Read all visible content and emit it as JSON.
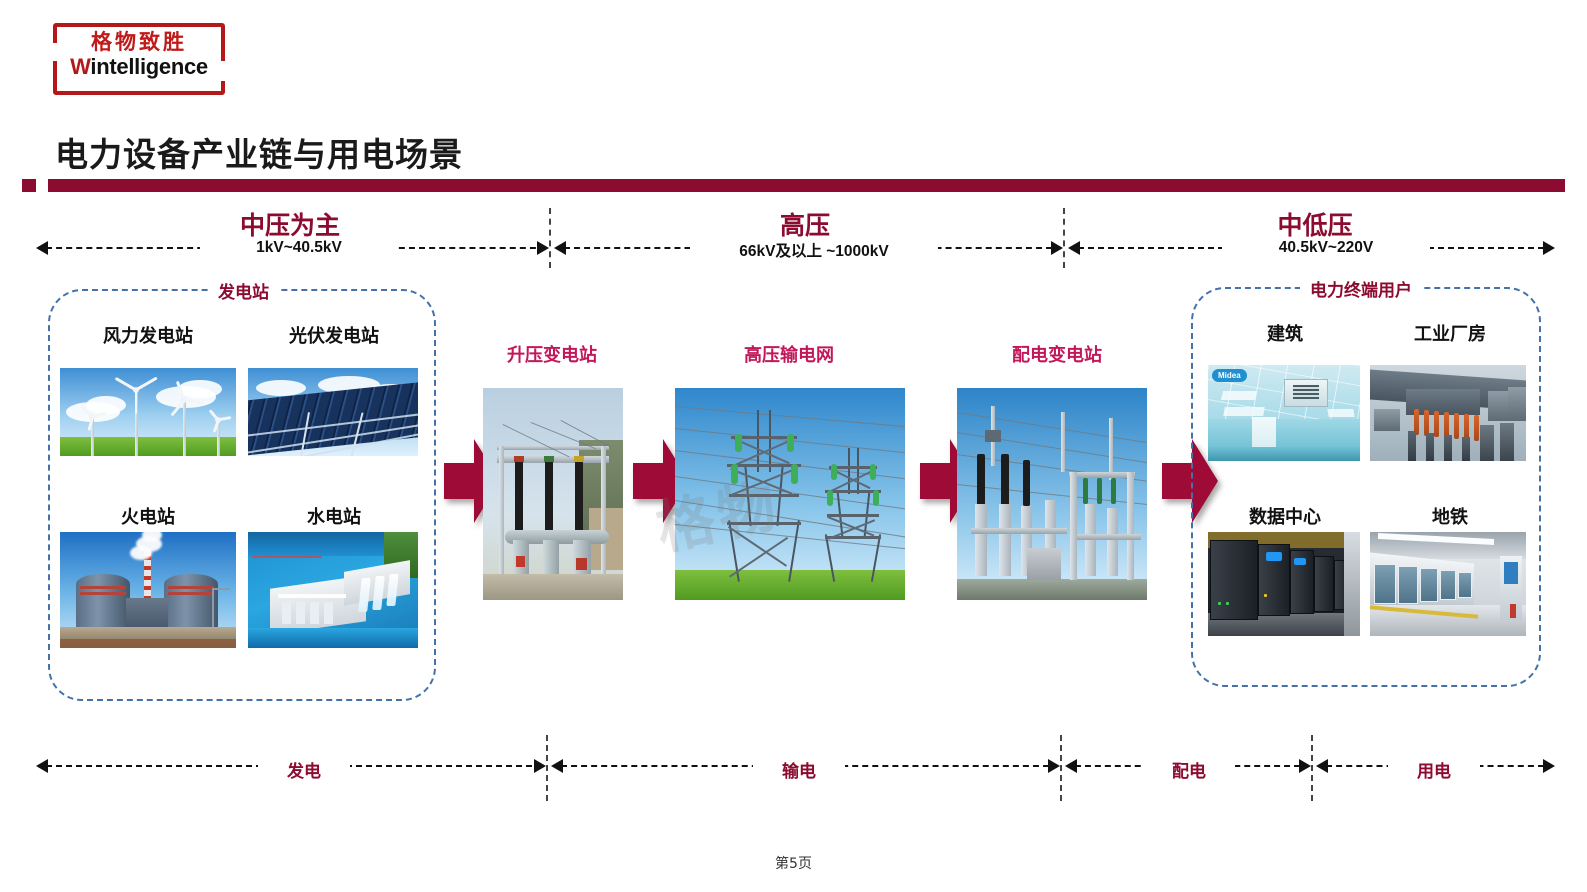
{
  "logo": {
    "chinese": "格物致胜",
    "english_prefix": "W",
    "english_rest": "intelligence",
    "brand_color": "#b51818"
  },
  "header": {
    "title": "电力设备产业链与用电场景",
    "accent_color": "#8c0b30"
  },
  "voltage_band": [
    {
      "label": "中压为主",
      "range": "1kV~40.5kV"
    },
    {
      "label": "高压",
      "range": "66kV及以上 ~1000kV"
    },
    {
      "label": "中低压",
      "range": "40.5kV~220V"
    }
  ],
  "generation_group": {
    "title": "发电站",
    "items": [
      {
        "label": "风力发电站",
        "icon": "wind-farm-photo"
      },
      {
        "label": "光伏发电站",
        "icon": "solar-farm-photo"
      },
      {
        "label": "火电站",
        "icon": "thermal-plant-photo"
      },
      {
        "label": "水电站",
        "icon": "hydro-dam-photo"
      }
    ]
  },
  "chain_nodes": [
    {
      "label": "升压变电站",
      "icon": "step-up-substation-photo"
    },
    {
      "label": "高压输电网",
      "icon": "transmission-tower-photo"
    },
    {
      "label": "配电变电站",
      "icon": "distribution-substation-photo"
    }
  ],
  "consumer_group": {
    "title": "电力终端用户",
    "items": [
      {
        "label": "建筑",
        "icon": "building-interior-photo",
        "badge": "Midea"
      },
      {
        "label": "工业厂房",
        "icon": "industrial-plant-photo"
      },
      {
        "label": "数据中心",
        "icon": "data-center-photo"
      },
      {
        "label": "地铁",
        "icon": "metro-station-photo"
      }
    ]
  },
  "stage_band": [
    {
      "label": "发电"
    },
    {
      "label": "输电"
    },
    {
      "label": "配电"
    },
    {
      "label": "用电"
    }
  ],
  "watermark": "格物",
  "footer": {
    "page": "第5页"
  }
}
